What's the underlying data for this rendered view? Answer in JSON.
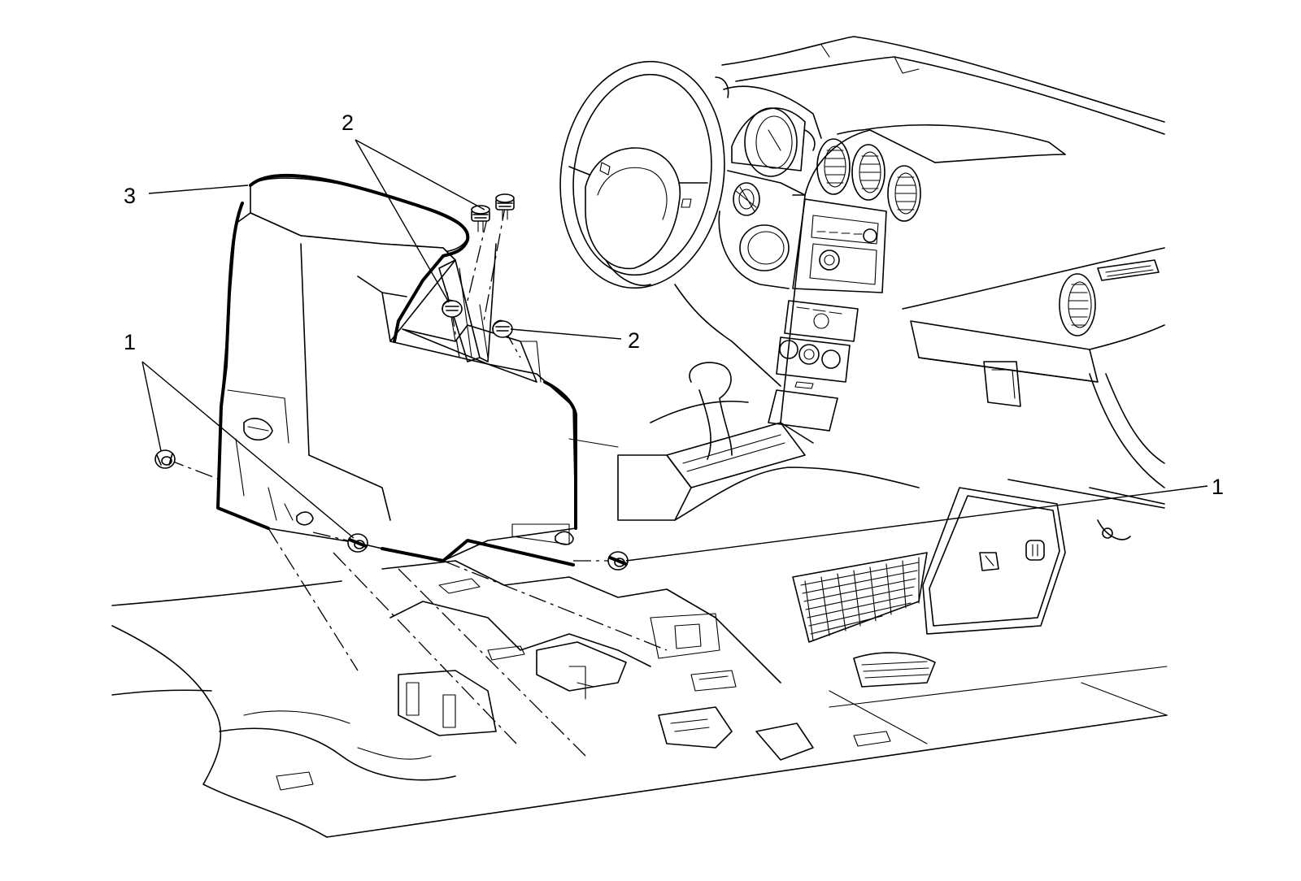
{
  "callouts": {
    "c1_left": "1",
    "c1_right": "1",
    "c2_top": "2",
    "c2_right": "2",
    "c3": "3"
  }
}
